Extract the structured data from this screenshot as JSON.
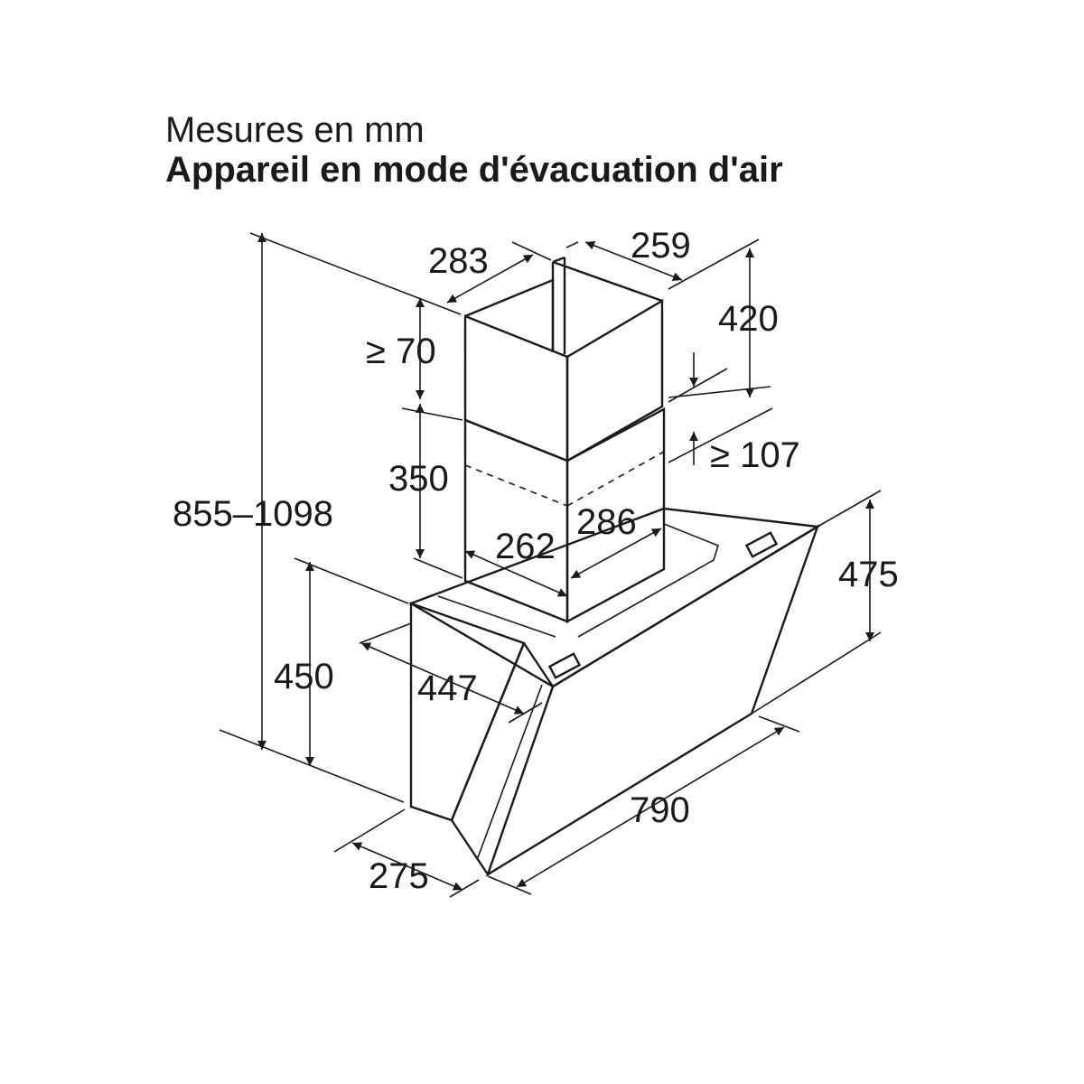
{
  "header": {
    "units_label": "Mesures en mm",
    "title": "Appareil en mode d'évacuation d'air"
  },
  "dimensions": {
    "chimney_depth_top": "283",
    "chimney_width_top": "259",
    "upper_chimney_height": "420",
    "min_top_gap": "≥ 70",
    "min_overlap": "≥ 107",
    "lower_chimney_height": "350",
    "total_height_range": "855–1098",
    "lower_chimney_width": "262",
    "lower_chimney_depth": "286",
    "hood_side_height": "475",
    "hood_body_height": "450",
    "hood_depth": "447",
    "hood_width": "790",
    "hood_bottom_depth": "275"
  }
}
